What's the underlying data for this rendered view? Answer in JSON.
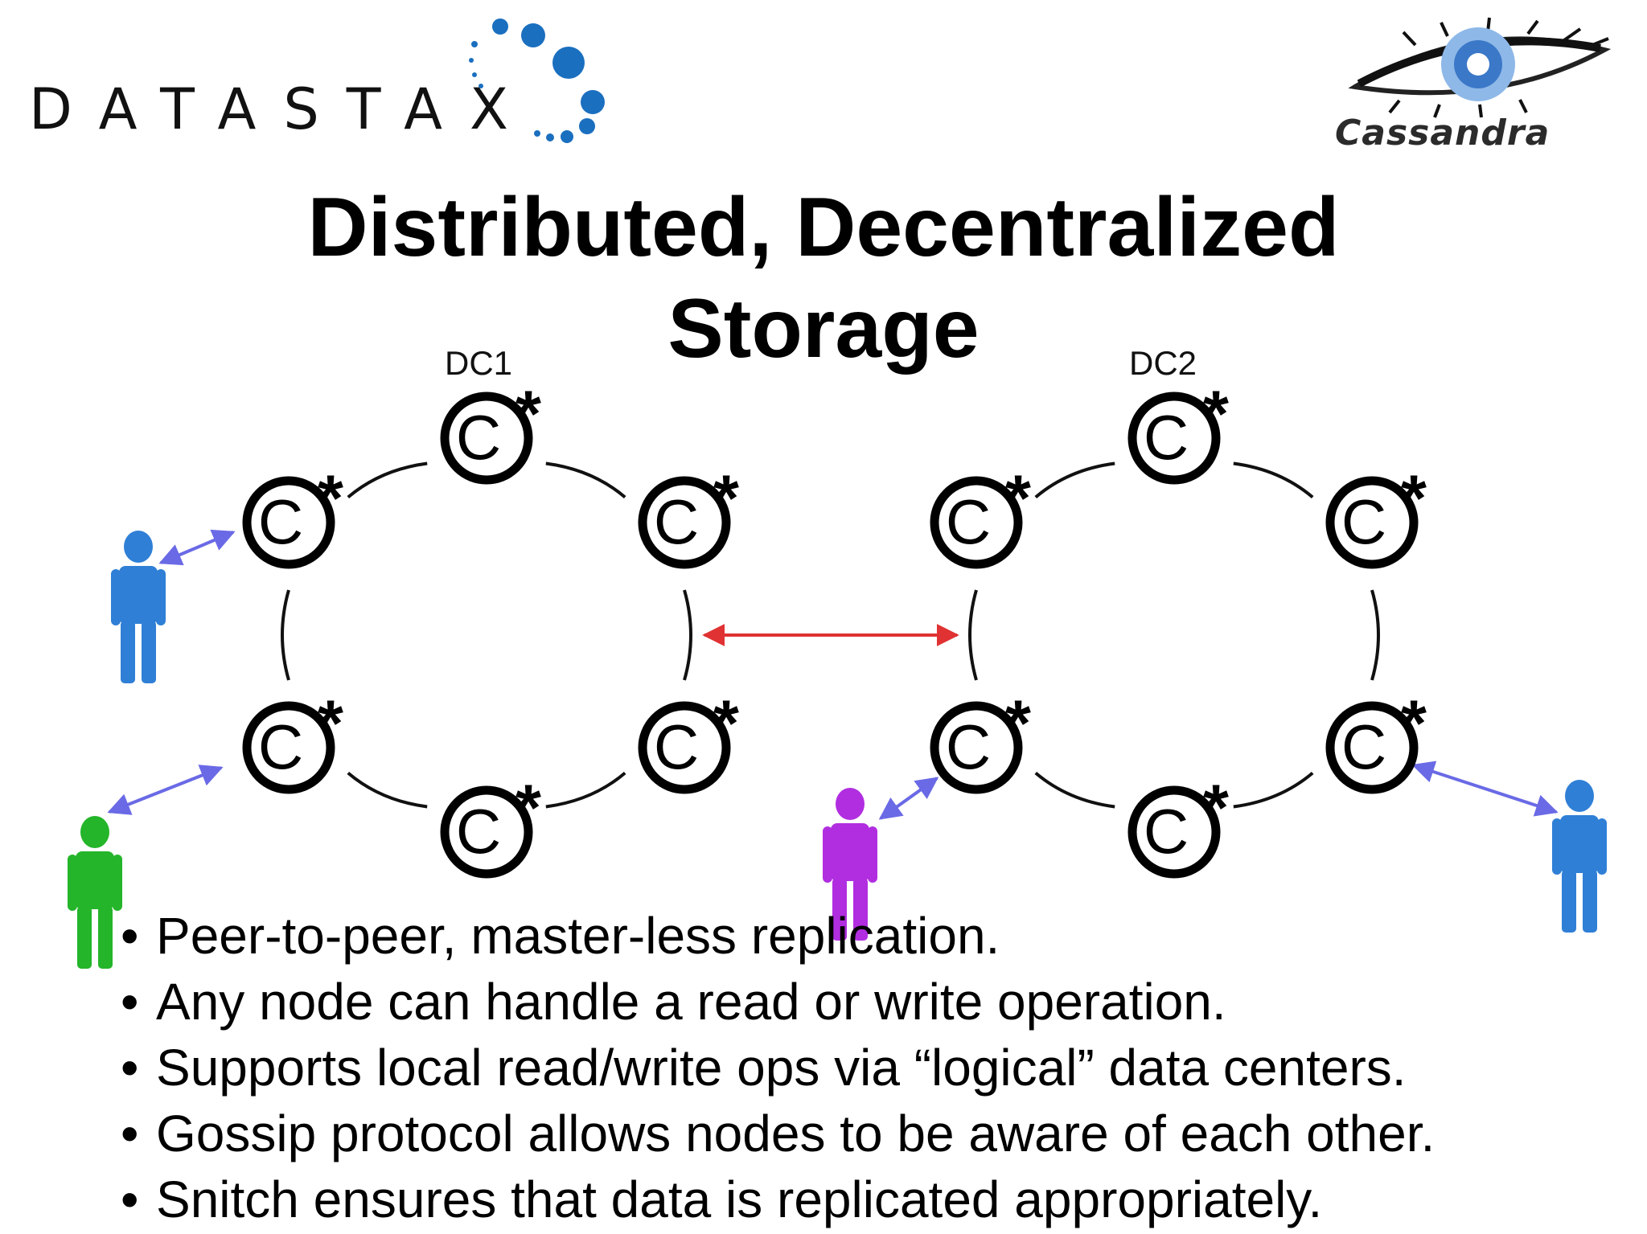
{
  "logos": {
    "datastax_text": "DATASTAX",
    "cassandra_text": "Cassandra"
  },
  "title": {
    "line1": "Distributed, Decentralized",
    "line2": "Storage"
  },
  "diagram": {
    "node_symbol": "C*",
    "datacenters": [
      {
        "label": "DC1",
        "node_count": 6
      },
      {
        "label": "DC2",
        "node_count": 6
      }
    ],
    "clients": [
      {
        "color": "#2f7fd6",
        "icon": "person-icon"
      },
      {
        "color": "#25b52a",
        "icon": "person-icon"
      },
      {
        "color": "#b02ee0",
        "icon": "person-icon"
      },
      {
        "color": "#2f7fd6",
        "icon": "person-icon"
      }
    ],
    "colors": {
      "client_link": "#6a6ae6",
      "dc_link": "#e03232",
      "logo_blue": "#1b6fbf"
    }
  },
  "bullets": [
    "Peer-to-peer, master-less replication.",
    "Any node can handle a read or write operation.",
    "Supports local read/write ops via “logical” data centers.",
    "Gossip protocol allows nodes to be aware of each other.",
    "Snitch ensures that data is replicated appropriately."
  ],
  "bullet_char": "•"
}
